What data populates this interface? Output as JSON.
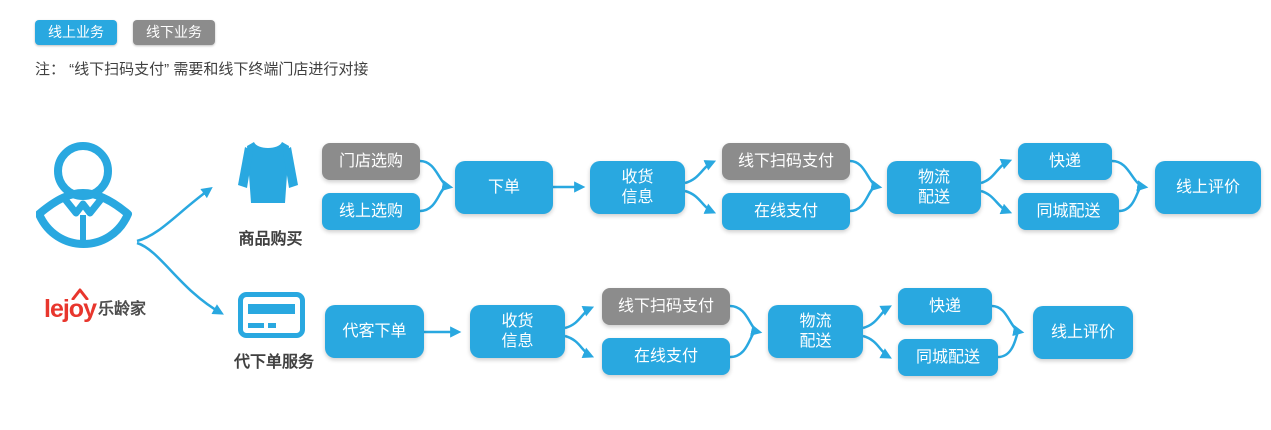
{
  "colors": {
    "blue": "#29A8E0",
    "gray": "#8C8C8C",
    "red": "#E8362D",
    "dark": "#404040"
  },
  "legend": {
    "online_label": "线上业务",
    "offline_label": "线下业务"
  },
  "note": "注： “线下扫码支付” 需要和线下终端门店进行对接",
  "logo": {
    "latin": "lejoy",
    "cjk": "乐龄家"
  },
  "actor": {
    "icon": "person-icon"
  },
  "flows": [
    {
      "label": "商品购买",
      "icon": "shirt-icon",
      "nodes": [
        {
          "label": "门店选购",
          "variant": "offline"
        },
        {
          "label": "线上选购",
          "variant": "online"
        },
        {
          "label": "下单",
          "variant": "online"
        },
        {
          "label": "收货\n信息",
          "variant": "online"
        },
        {
          "label": "线下扫码支付",
          "variant": "offline"
        },
        {
          "label": "在线支付",
          "variant": "online"
        },
        {
          "label": "物流\n配送",
          "variant": "online"
        },
        {
          "label": "快递",
          "variant": "online"
        },
        {
          "label": "同城配送",
          "variant": "online"
        },
        {
          "label": "线上评价",
          "variant": "online"
        }
      ]
    },
    {
      "label": "代下单服务",
      "icon": "pos-card-icon",
      "nodes": [
        {
          "label": "代客下单",
          "variant": "online"
        },
        {
          "label": "收货\n信息",
          "variant": "online"
        },
        {
          "label": "线下扫码支付",
          "variant": "offline"
        },
        {
          "label": "在线支付",
          "variant": "online"
        },
        {
          "label": "物流\n配送",
          "variant": "online"
        },
        {
          "label": "快递",
          "variant": "online"
        },
        {
          "label": "同城配送",
          "variant": "online"
        },
        {
          "label": "线上评价",
          "variant": "online"
        }
      ]
    }
  ]
}
